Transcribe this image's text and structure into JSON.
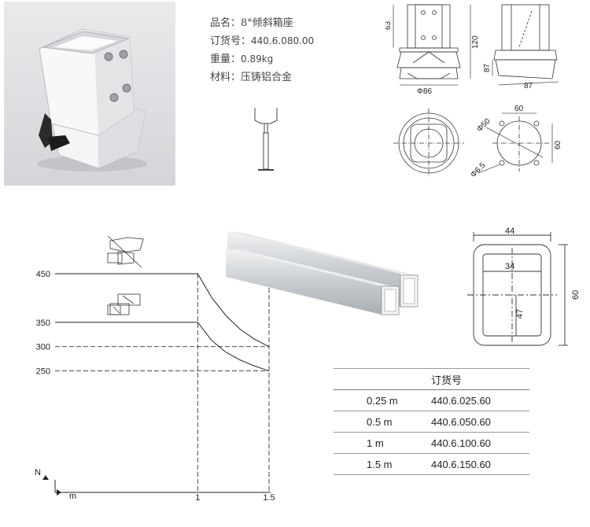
{
  "product": {
    "name_label": "品名：",
    "name_value": "8°倾斜箱座",
    "order_label": "订货号：",
    "order_value": "440.6.080.00",
    "weight_label": "重量：",
    "weight_value": "0.89kg",
    "material_label": "材料：",
    "material_value": "压铸铝合金"
  },
  "drawing_top": {
    "dim_63": "63",
    "dim_120": "120",
    "dim_86": "Φ86",
    "dim_87_side": "87",
    "dim_87_bottom": "87",
    "dim_60_top": "60",
    "dim_60_side": "60",
    "dim_50": "Φ50",
    "dim_65": "Φ6.5"
  },
  "profile_section": {
    "dim_44": "44",
    "dim_34": "34",
    "dim_47": "47",
    "dim_60": "60"
  },
  "chart_data": {
    "type": "line",
    "ylabel": "N",
    "xlabel": "m",
    "x_ticks": [
      "1",
      "1.5"
    ],
    "y_ticks": [
      "450",
      "350",
      "300",
      "250"
    ],
    "xlim": [
      0,
      1.5
    ],
    "ylim": [
      0,
      450
    ],
    "series": [
      {
        "x": [
          0,
          1,
          1.1,
          1.2,
          1.3,
          1.4,
          1.5
        ],
        "y": [
          450,
          450,
          400,
          363,
          335,
          315,
          300
        ]
      },
      {
        "x": [
          0,
          1,
          1.1,
          1.2,
          1.3,
          1.4,
          1.5
        ],
        "y": [
          350,
          350,
          312,
          288,
          272,
          260,
          250
        ]
      }
    ],
    "reference_lines": {
      "x": [
        1,
        1.5
      ],
      "y": [
        300,
        250
      ]
    }
  },
  "order_table": {
    "header": "订货号",
    "rows": [
      {
        "length": "0.25 m",
        "code": "440.6.025.60"
      },
      {
        "length": "0.5 m",
        "code": "440.6.050.60"
      },
      {
        "length": "1 m",
        "code": "440.6.100.60"
      },
      {
        "length": "1.5 m",
        "code": "440.6.150.60"
      }
    ]
  }
}
